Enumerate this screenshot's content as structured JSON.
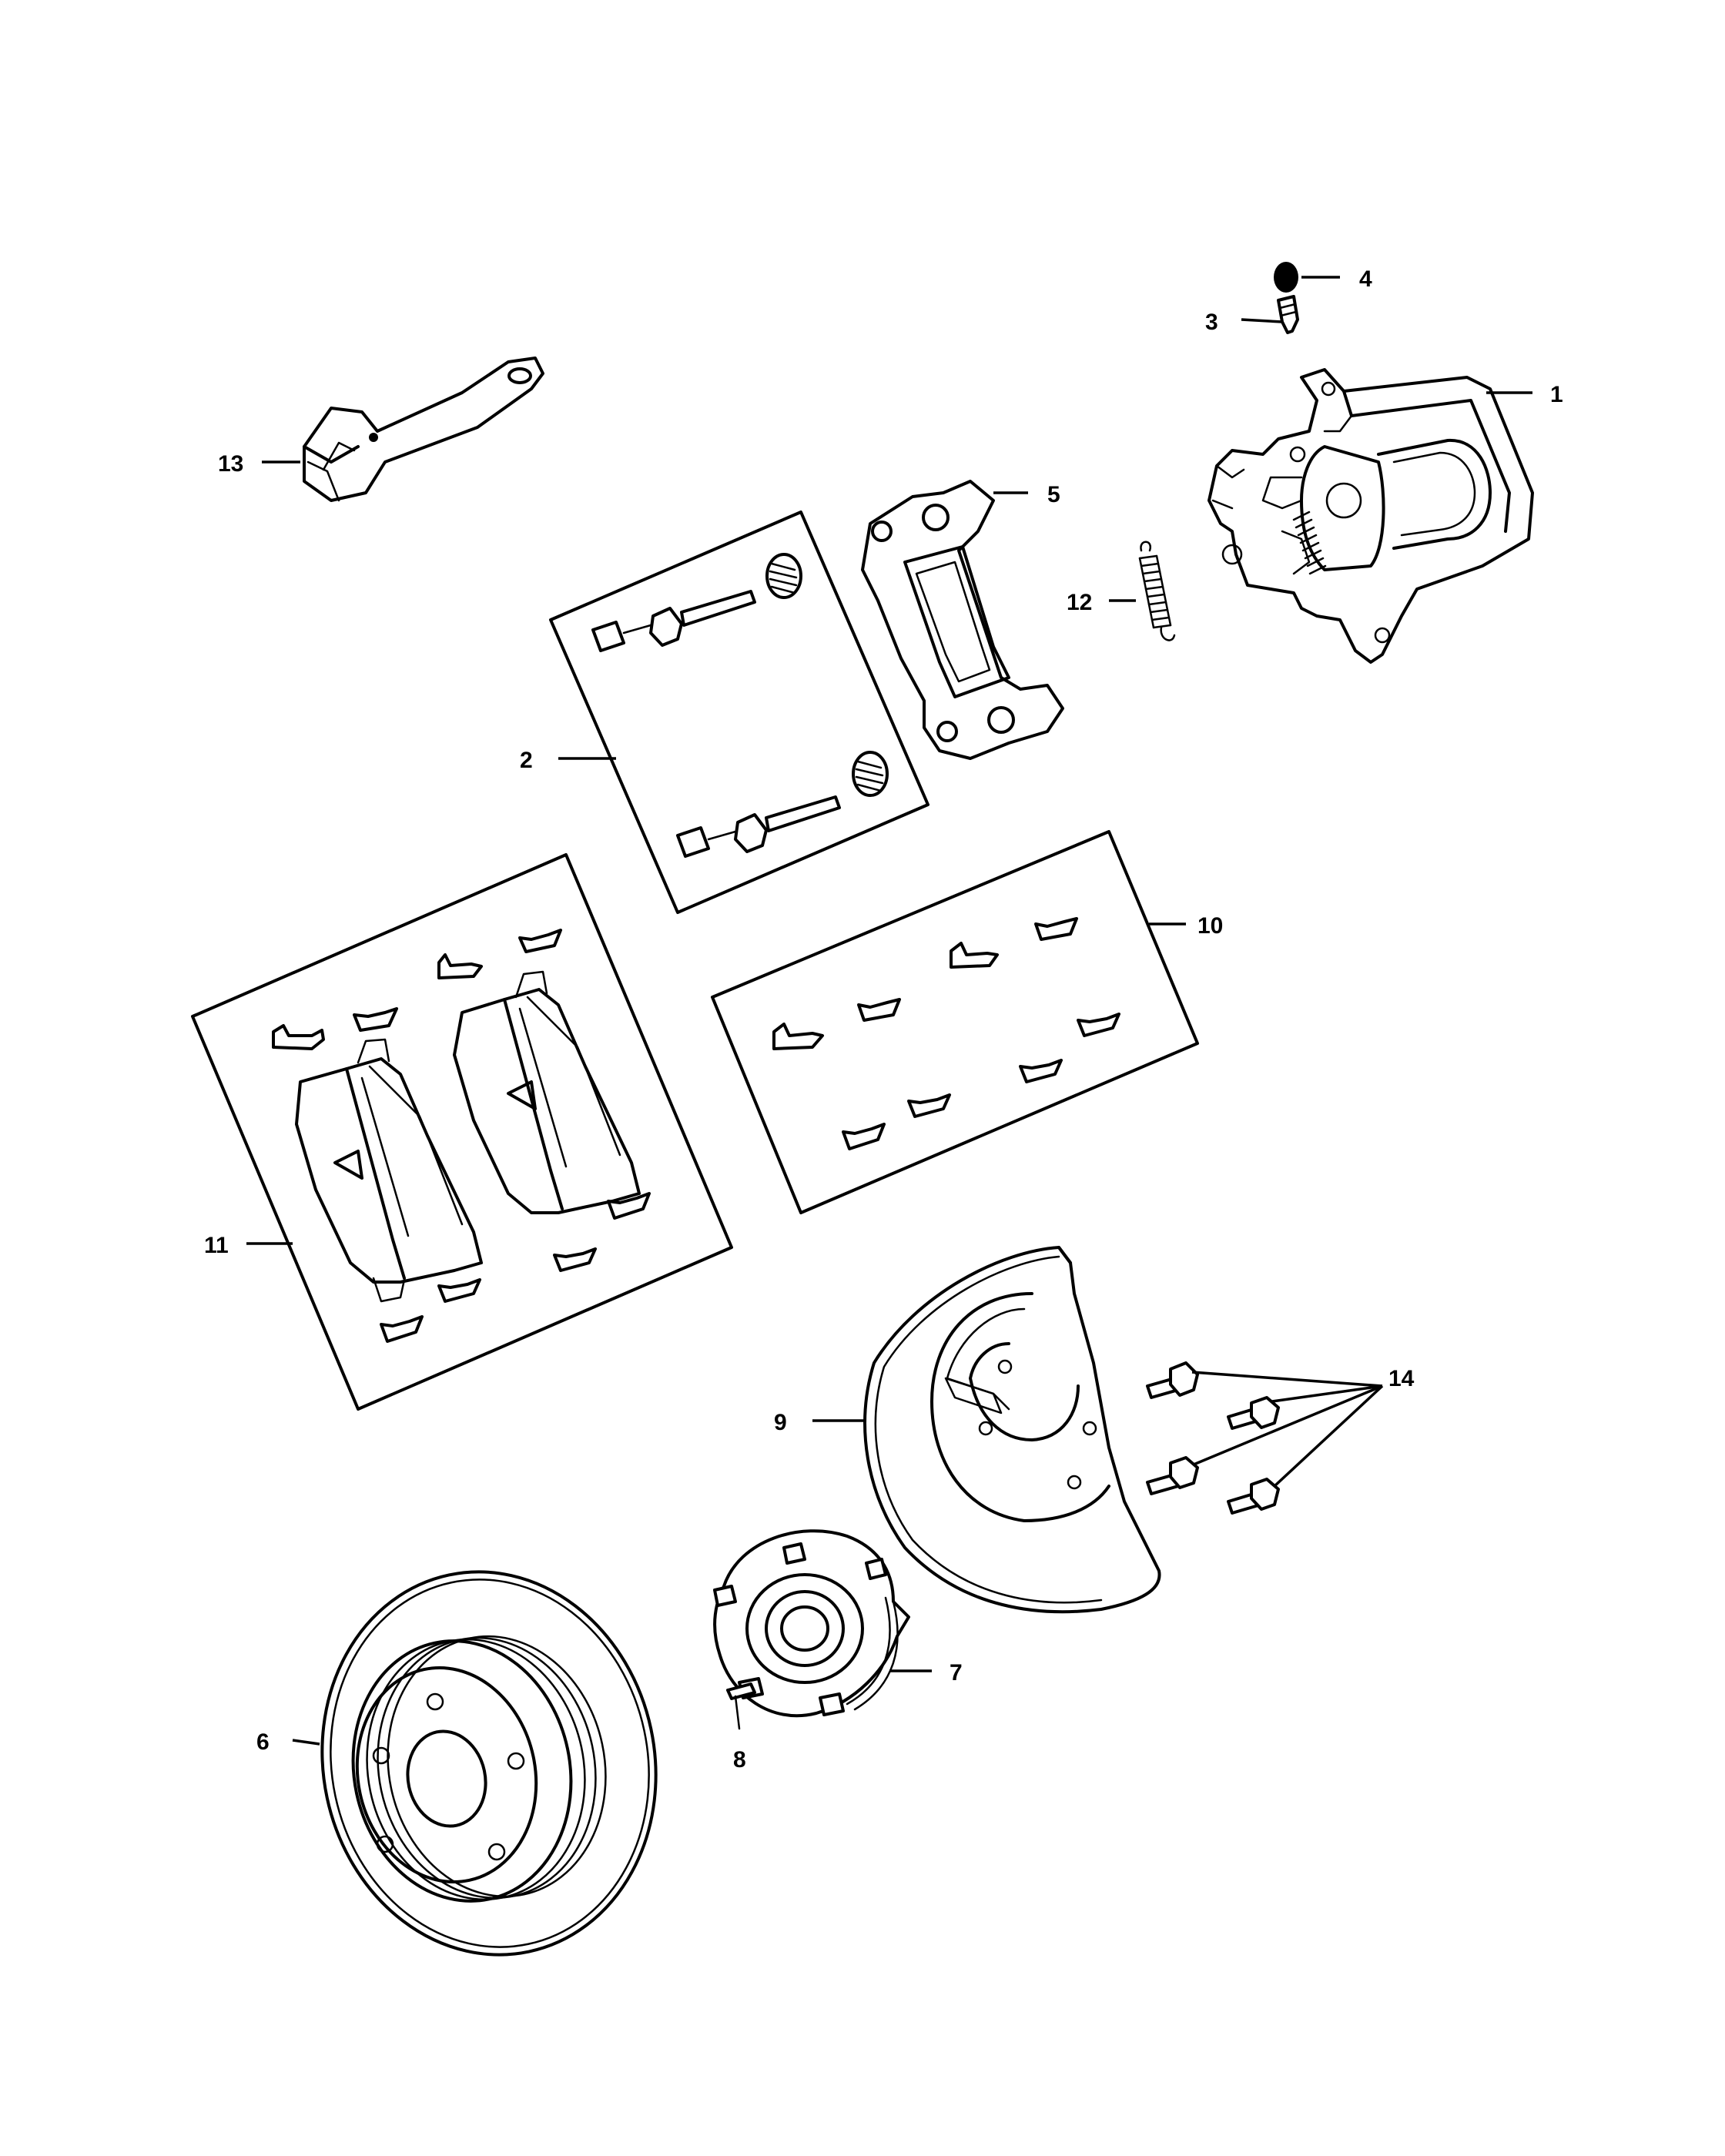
{
  "diagram": {
    "callouts": {
      "c1": "1",
      "c2": "2",
      "c3": "3",
      "c4": "4",
      "c5": "5",
      "c6": "6",
      "c7": "7",
      "c8": "8",
      "c9": "9",
      "c10": "10",
      "c11": "11",
      "c12": "12",
      "c13": "13",
      "c14": "14"
    },
    "parts": [
      "brake-caliper",
      "guide-pin-kit",
      "bleeder-screw",
      "bleeder-cap",
      "caliper-adapter",
      "brake-rotor",
      "hub-and-bearing",
      "wheel-stud",
      "disc-brake-shield",
      "pad-clip-kit",
      "brake-pad-kit",
      "caliper-spring",
      "wheel-speed-sensor",
      "shield-bolts"
    ]
  }
}
